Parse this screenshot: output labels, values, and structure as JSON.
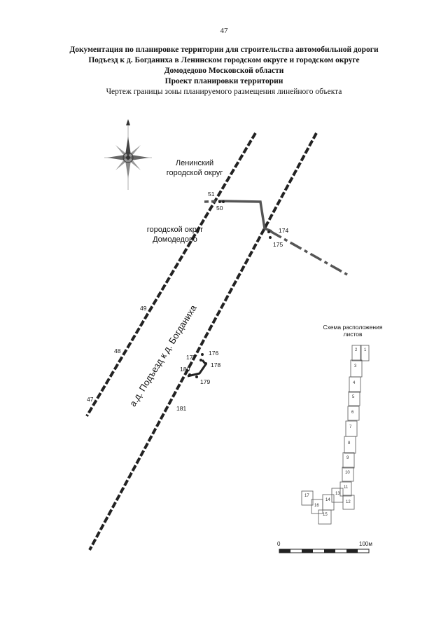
{
  "page_number": "47",
  "header": {
    "line1": "Документация по планировке территории для строительства автомобильной дороги",
    "line2": "Подъезд к д. Богданиха в Ленинском городском округе и городском округе",
    "line3": "Домодедово Московской области",
    "line4": "Проект планировки территории",
    "line5": "Чертеж границы зоны планируемого размещения линейного объекта"
  },
  "map": {
    "region_north_line1": "Ленинский",
    "region_north_line2": "городской округ",
    "region_south_line1": "городской округ",
    "region_south_line2": "Домодедово",
    "road_label": "а.д. Подъезд к д. Богданиха",
    "points": {
      "p47": "47",
      "p48": "48",
      "p49": "49",
      "p50": "50",
      "p51": "51",
      "p174": "174",
      "p175": "175",
      "p176": "176",
      "p177": "177",
      "p178": "178",
      "p179": "179",
      "p180": "180",
      "p181": "181"
    },
    "compass_icon": "compass-rose-icon"
  },
  "scheme": {
    "title_line1": "Схема расположения",
    "title_line2": "листов",
    "sheets": {
      "s1": "1",
      "s2": "2",
      "s3": "3",
      "s4": "4",
      "s5": "5",
      "s6": "6",
      "s7": "7",
      "s8": "8",
      "s9": "9",
      "s10": "10",
      "s11": "11",
      "s12": "12",
      "s13": "13",
      "s14": "14",
      "s15": "15",
      "s16": "16",
      "s17": "17"
    }
  },
  "scale_bar": {
    "start_label": "0",
    "end_label": "100м"
  }
}
